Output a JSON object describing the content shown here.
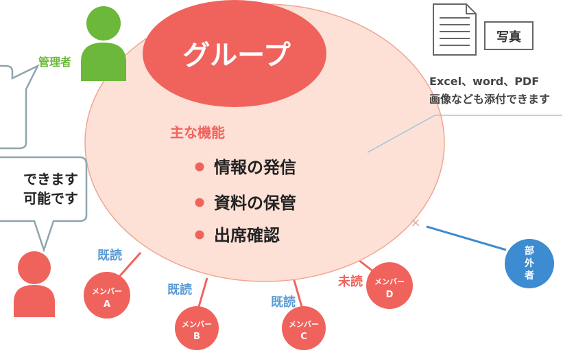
{
  "group": {
    "title": "グループ",
    "features_heading": "主な機能",
    "features": [
      "情報の発信",
      "資料の保管",
      "出席確認"
    ]
  },
  "admin": {
    "label": "管理者"
  },
  "speech_bubble": {
    "line1": "できます",
    "line2": "可能です"
  },
  "attachments": {
    "photo_label": "写真",
    "line1": "Excel、word、PDF",
    "line2": "画像なども添付できます"
  },
  "members": [
    {
      "name_top": "メンバー",
      "name_bottom": "A",
      "status": "既読"
    },
    {
      "name_top": "メンバー",
      "name_bottom": "B",
      "status": "既読"
    },
    {
      "name_top": "メンバー",
      "name_bottom": "C",
      "status": "既読"
    },
    {
      "name_top": "メンバー",
      "name_bottom": "D",
      "status": "未読"
    }
  ],
  "outsider": {
    "chars": [
      "部",
      "外",
      "者"
    ],
    "blocked_mark": "×"
  },
  "colors": {
    "group_fill": "#fde0d6",
    "group_border": "#f0a592",
    "header_red": "#f0635c",
    "admin_green": "#6bb83a",
    "read_blue": "#5b9bd5",
    "unread_red": "#f0635c",
    "bubble_border": "#8ea5ad",
    "outsider_blue": "#3d8bd0"
  }
}
